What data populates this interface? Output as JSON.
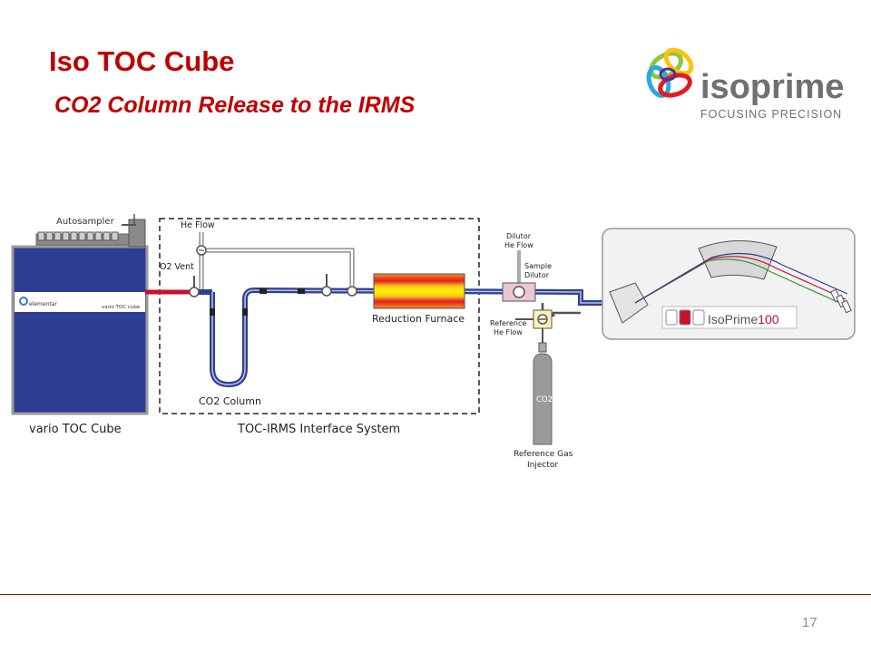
{
  "slide": {
    "title": "Iso TOC Cube",
    "subtitle": "CO2 Column Release to the IRMS",
    "page_number": "17"
  },
  "logo": {
    "brand": "isoprime",
    "tagline": "FOCUSING PRECISION"
  },
  "diagram": {
    "autosampler": "Autosampler",
    "he_flow": "He Flow",
    "o2_vent": "O2 Vent",
    "elementar": "elementar",
    "vario_small": "vario TOC cube",
    "vario_label": "vario TOC Cube",
    "co2_column": "CO2 Column",
    "interface_label": "TOC-IRMS Interface System",
    "reduction_furnace": "Reduction Furnace",
    "dilutor_he_flow_1": "Dilutor",
    "dilutor_he_flow_2": "He Flow",
    "sample_dilutor_1": "Sample",
    "sample_dilutor_2": "Dilutor",
    "reference_he_flow_1": "Reference",
    "reference_he_flow_2": "He Flow",
    "cylinder_label": "CO2",
    "reference_gas_1": "Reference Gas",
    "reference_gas_2": "Injector",
    "isoprime_badge": "IsoPrime",
    "isoprime_model": "100"
  },
  "colors": {
    "accent": "#c00000",
    "cube_blue": "#2e3d94",
    "pipe_blue": "#2f3f8f",
    "pipe_red": "#c8102e"
  }
}
